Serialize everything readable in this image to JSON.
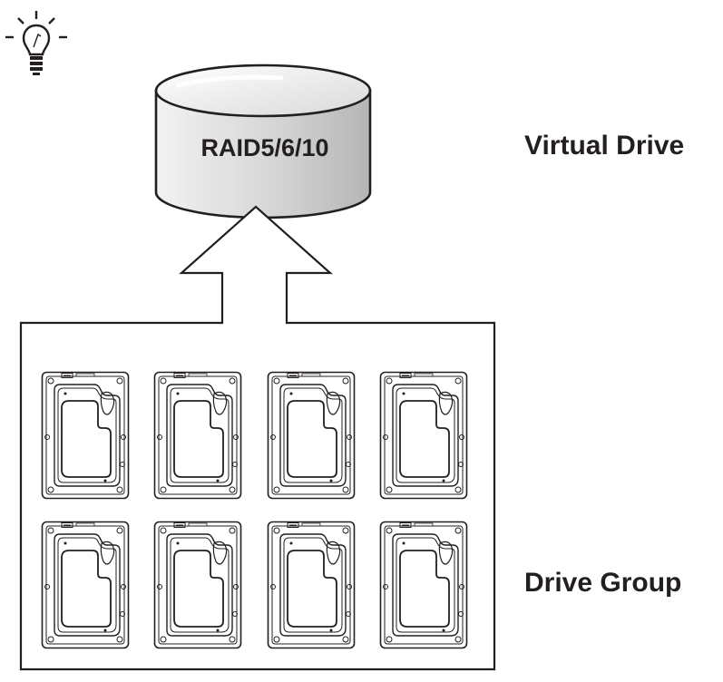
{
  "diagram": {
    "tip_icon": "lightbulb-icon",
    "virtual_drive": {
      "cylinder_label": "RAID5/6/10",
      "side_label": "Virtual Drive"
    },
    "drive_group": {
      "side_label": "Drive Group",
      "drive_icon": "hard-drive-icon",
      "rows": 2,
      "columns": 4
    },
    "colors": {
      "stroke": "#231f20",
      "cylinder_light": "#f4f4f4",
      "cylinder_dark": "#bdbdbd",
      "background": "#ffffff"
    }
  }
}
